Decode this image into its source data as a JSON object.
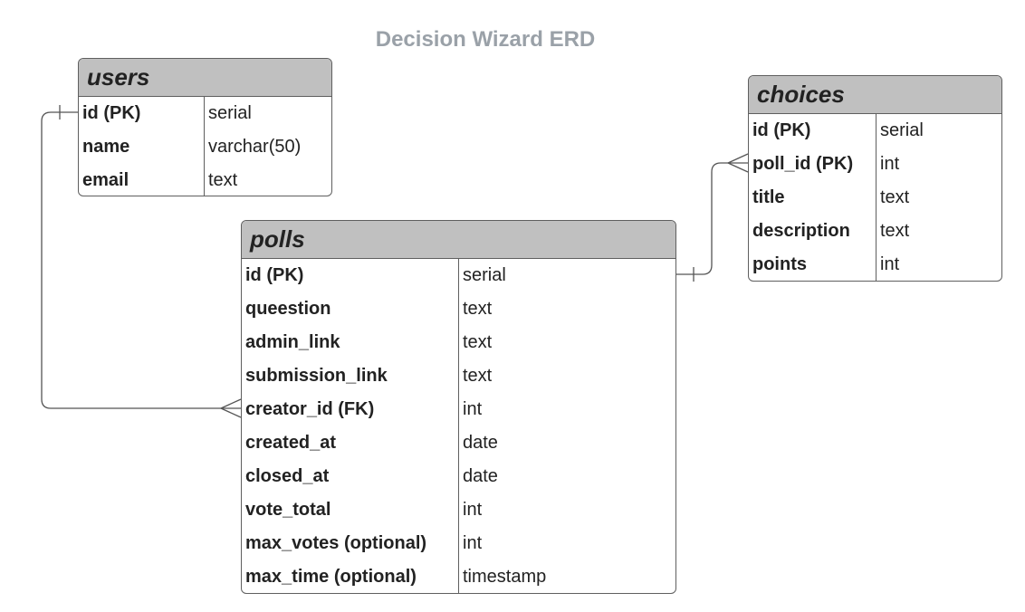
{
  "diagram": {
    "title": "Decision Wizard ERD",
    "tables": {
      "users": {
        "name": "users",
        "fields": [
          {
            "name": "id (PK)",
            "type": "serial"
          },
          {
            "name": "name",
            "type": "varchar(50)"
          },
          {
            "name": "email",
            "type": "text"
          }
        ]
      },
      "choices": {
        "name": "choices",
        "fields": [
          {
            "name": "id (PK)",
            "type": "serial"
          },
          {
            "name": "poll_id (PK)",
            "type": "int"
          },
          {
            "name": "title",
            "type": "text"
          },
          {
            "name": "description",
            "type": "text"
          },
          {
            "name": "points",
            "type": "int"
          }
        ]
      },
      "polls": {
        "name": "polls",
        "fields": [
          {
            "name": "id (PK)",
            "type": "serial"
          },
          {
            "name": "queestion",
            "type": "text"
          },
          {
            "name": "admin_link",
            "type": "text"
          },
          {
            "name": "submission_link",
            "type": "text"
          },
          {
            "name": "creator_id (FK)",
            "type": "int"
          },
          {
            "name": "created_at",
            "type": "date"
          },
          {
            "name": "closed_at",
            "type": "date"
          },
          {
            "name": "vote_total",
            "type": "int"
          },
          {
            "name": "max_votes (optional)",
            "type": "int"
          },
          {
            "name": "max_time (optional)",
            "type": "timestamp"
          }
        ]
      }
    },
    "relationships": [
      {
        "from": "users.id (PK)",
        "from_cardinality": "one",
        "to": "polls.creator_id (FK)",
        "to_cardinality": "many"
      },
      {
        "from": "polls",
        "from_cardinality": "one",
        "to": "choices.poll_id (PK)",
        "to_cardinality": "many"
      }
    ]
  }
}
